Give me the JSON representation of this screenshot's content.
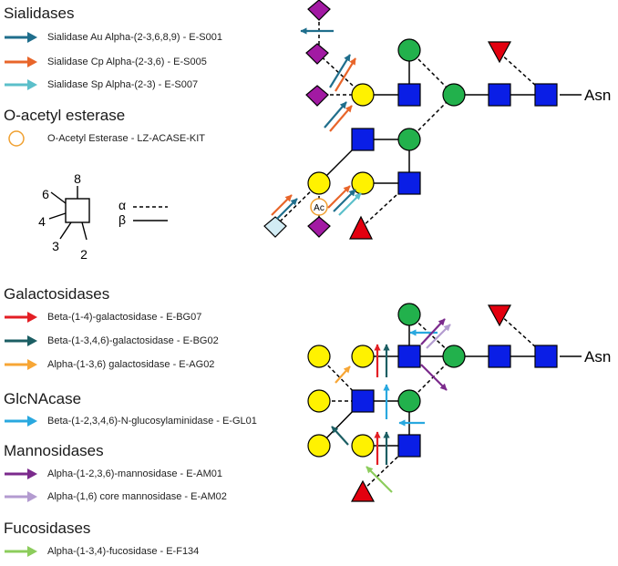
{
  "colors": {
    "sialidase_au": "#1f6e8c",
    "sialidase_cp": "#e8652a",
    "sialidase_sp": "#5bbfca",
    "esterase": "#f0a030",
    "beta14_gal": "#e31e24",
    "beta1346_gal": "#1b5e63",
    "alpha13_gal": "#f7a635",
    "glcnacase": "#29a8df",
    "mannosidase_1236": "#7b2a8c",
    "mannosidase_16": "#b39bd0",
    "fucosidase": "#8ccc5c",
    "glcnac_square": "#0a1ee6",
    "mannose_circle": "#22b14c",
    "galactose_circle": "#fff200",
    "sialic_diamond": "#a21aa3",
    "neugc_diamond": "#d2ecf4",
    "fucose_triangle": "#e3000f"
  },
  "sialidases": {
    "title": "Sialidases",
    "items": [
      {
        "label": "Sialidase Au Alpha-(2-3,6,8,9) - E-S001",
        "color": "#1f6e8c"
      },
      {
        "label": "Sialidase Cp Alpha-(2-3,6) - E-S005",
        "color": "#e8652a"
      },
      {
        "label": "Sialidase Sp Alpha-(2-3) - E-S007",
        "color": "#5bbfca"
      }
    ]
  },
  "esterase": {
    "title": "O-acetyl esterase",
    "items": [
      {
        "label": "O-Acetyl Esterase - LZ-ACASE-KIT",
        "color": "#f0a030"
      }
    ]
  },
  "linkage_key": {
    "positions": [
      "8",
      "6",
      "4",
      "3",
      "2"
    ],
    "alpha": "α",
    "beta": "β"
  },
  "galactosidases": {
    "title": "Galactosidases",
    "items": [
      {
        "label": "Beta-(1-4)-galactosidase - E-BG07",
        "color": "#e31e24"
      },
      {
        "label": "Beta-(1-3,4,6)-galactosidase - E-BG02",
        "color": "#1b5e63"
      },
      {
        "label": "Alpha-(1-3,6) galactosidase - E-AG02",
        "color": "#f7a635"
      }
    ]
  },
  "glcnacase": {
    "title": "GlcNAcase",
    "items": [
      {
        "label": "Beta-(1-2,3,4,6)-N-glucosylaminidase - E-GL01",
        "color": "#29a8df"
      }
    ]
  },
  "mannosidases": {
    "title": "Mannosidases",
    "items": [
      {
        "label": "Alpha-(1-2,3,6)-mannosidase - E-AM01",
        "color": "#7b2a8c"
      },
      {
        "label": "Alpha-(1,6) core mannosidase - E-AM02",
        "color": "#b39bd0"
      }
    ]
  },
  "fucosidases": {
    "title": "Fucosidases",
    "items": [
      {
        "label": "Alpha-(1-3,4)-fucosidase - E-F134",
        "color": "#8ccc5c"
      }
    ]
  },
  "glycan_top": {
    "asn_label": "Asn",
    "acetyl_label": "Ac"
  },
  "glycan_bottom": {
    "asn_label": "Asn"
  }
}
